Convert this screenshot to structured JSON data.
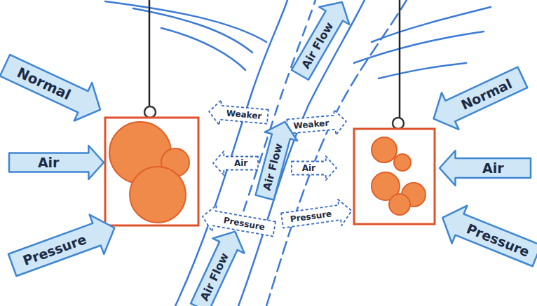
{
  "diagram": {
    "nodes": [
      {
        "text": [
          "Normal"
        ]
      },
      {
        "text": [
          "Air Flow"
        ]
      },
      {
        "text": [
          "Normal"
        ]
      },
      {
        "text": [
          "Weaker"
        ]
      },
      {
        "text": [
          "Weaker"
        ]
      },
      {
        "text": [
          "Air Flow"
        ]
      },
      {
        "text": [
          "Air"
        ]
      },
      {
        "text": [
          "Air"
        ]
      },
      {
        "text": [
          "Air"
        ]
      },
      {
        "text": [
          "Air"
        ]
      },
      {
        "text": [
          "Pressure"
        ]
      },
      {
        "text": [
          "Pressure"
        ]
      },
      {
        "text": [
          "Pressure"
        ]
      },
      {
        "text": [
          "Pressure"
        ]
      },
      {
        "text": [
          "Air Flow"
        ]
      }
    ]
  }
}
